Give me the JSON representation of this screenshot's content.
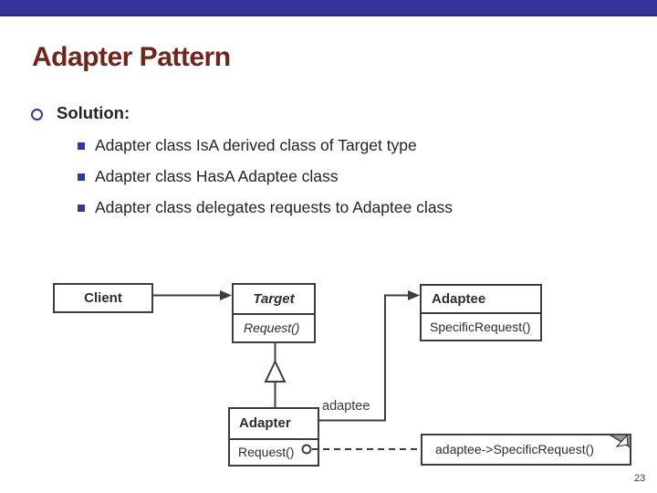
{
  "slide": {
    "title": "Adapter Pattern",
    "page_number": "23"
  },
  "bullets": {
    "heading": "Solution:",
    "items": [
      "Adapter class IsA derived class of Target type",
      "Adapter class HasA Adaptee class",
      "Adapter class delegates requests to Adaptee class"
    ]
  },
  "diagram": {
    "client": {
      "name": "Client"
    },
    "target": {
      "name": "Target",
      "method": "Request()"
    },
    "adaptee": {
      "name": "Adaptee",
      "method": "SpecificRequest()"
    },
    "adapter": {
      "name": "Adapter",
      "method": "Request()"
    },
    "association_label": "adaptee",
    "note_text": "adaptee->SpecificRequest()"
  },
  "colors": {
    "accent_bar": "#333399",
    "accent_bar_border": "#2a2a82",
    "title_text": "#71251a",
    "bullet_blue": "#2e3b9d",
    "body_text": "#242424",
    "diagram_stroke": "#3d3d3d",
    "note_fold": "#999999"
  },
  "icons": {
    "level1_bullet": "circle-outline",
    "level2_bullet": "filled-square",
    "note_corner": "folded-corner-with-cursor-arrow"
  }
}
